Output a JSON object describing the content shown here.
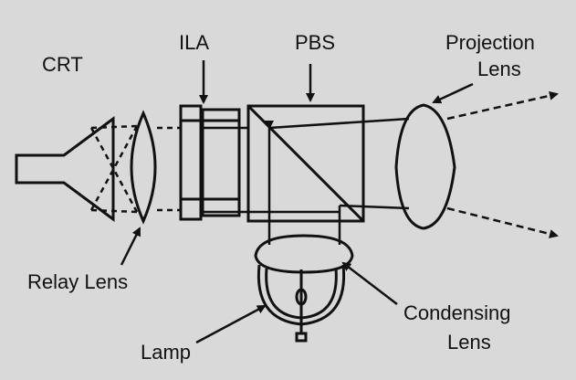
{
  "labels": {
    "crt": "CRT",
    "ila": "ILA",
    "pbs": "PBS",
    "projection_lens_line1": "Projection",
    "projection_lens_line2": "Lens",
    "relay_lens": "Relay Lens",
    "condensing_lens_line1": "Condensing",
    "condensing_lens_line2": "Lens",
    "lamp": "Lamp"
  },
  "colors": {
    "background": "#d9d9d9",
    "ink": "#111111"
  }
}
